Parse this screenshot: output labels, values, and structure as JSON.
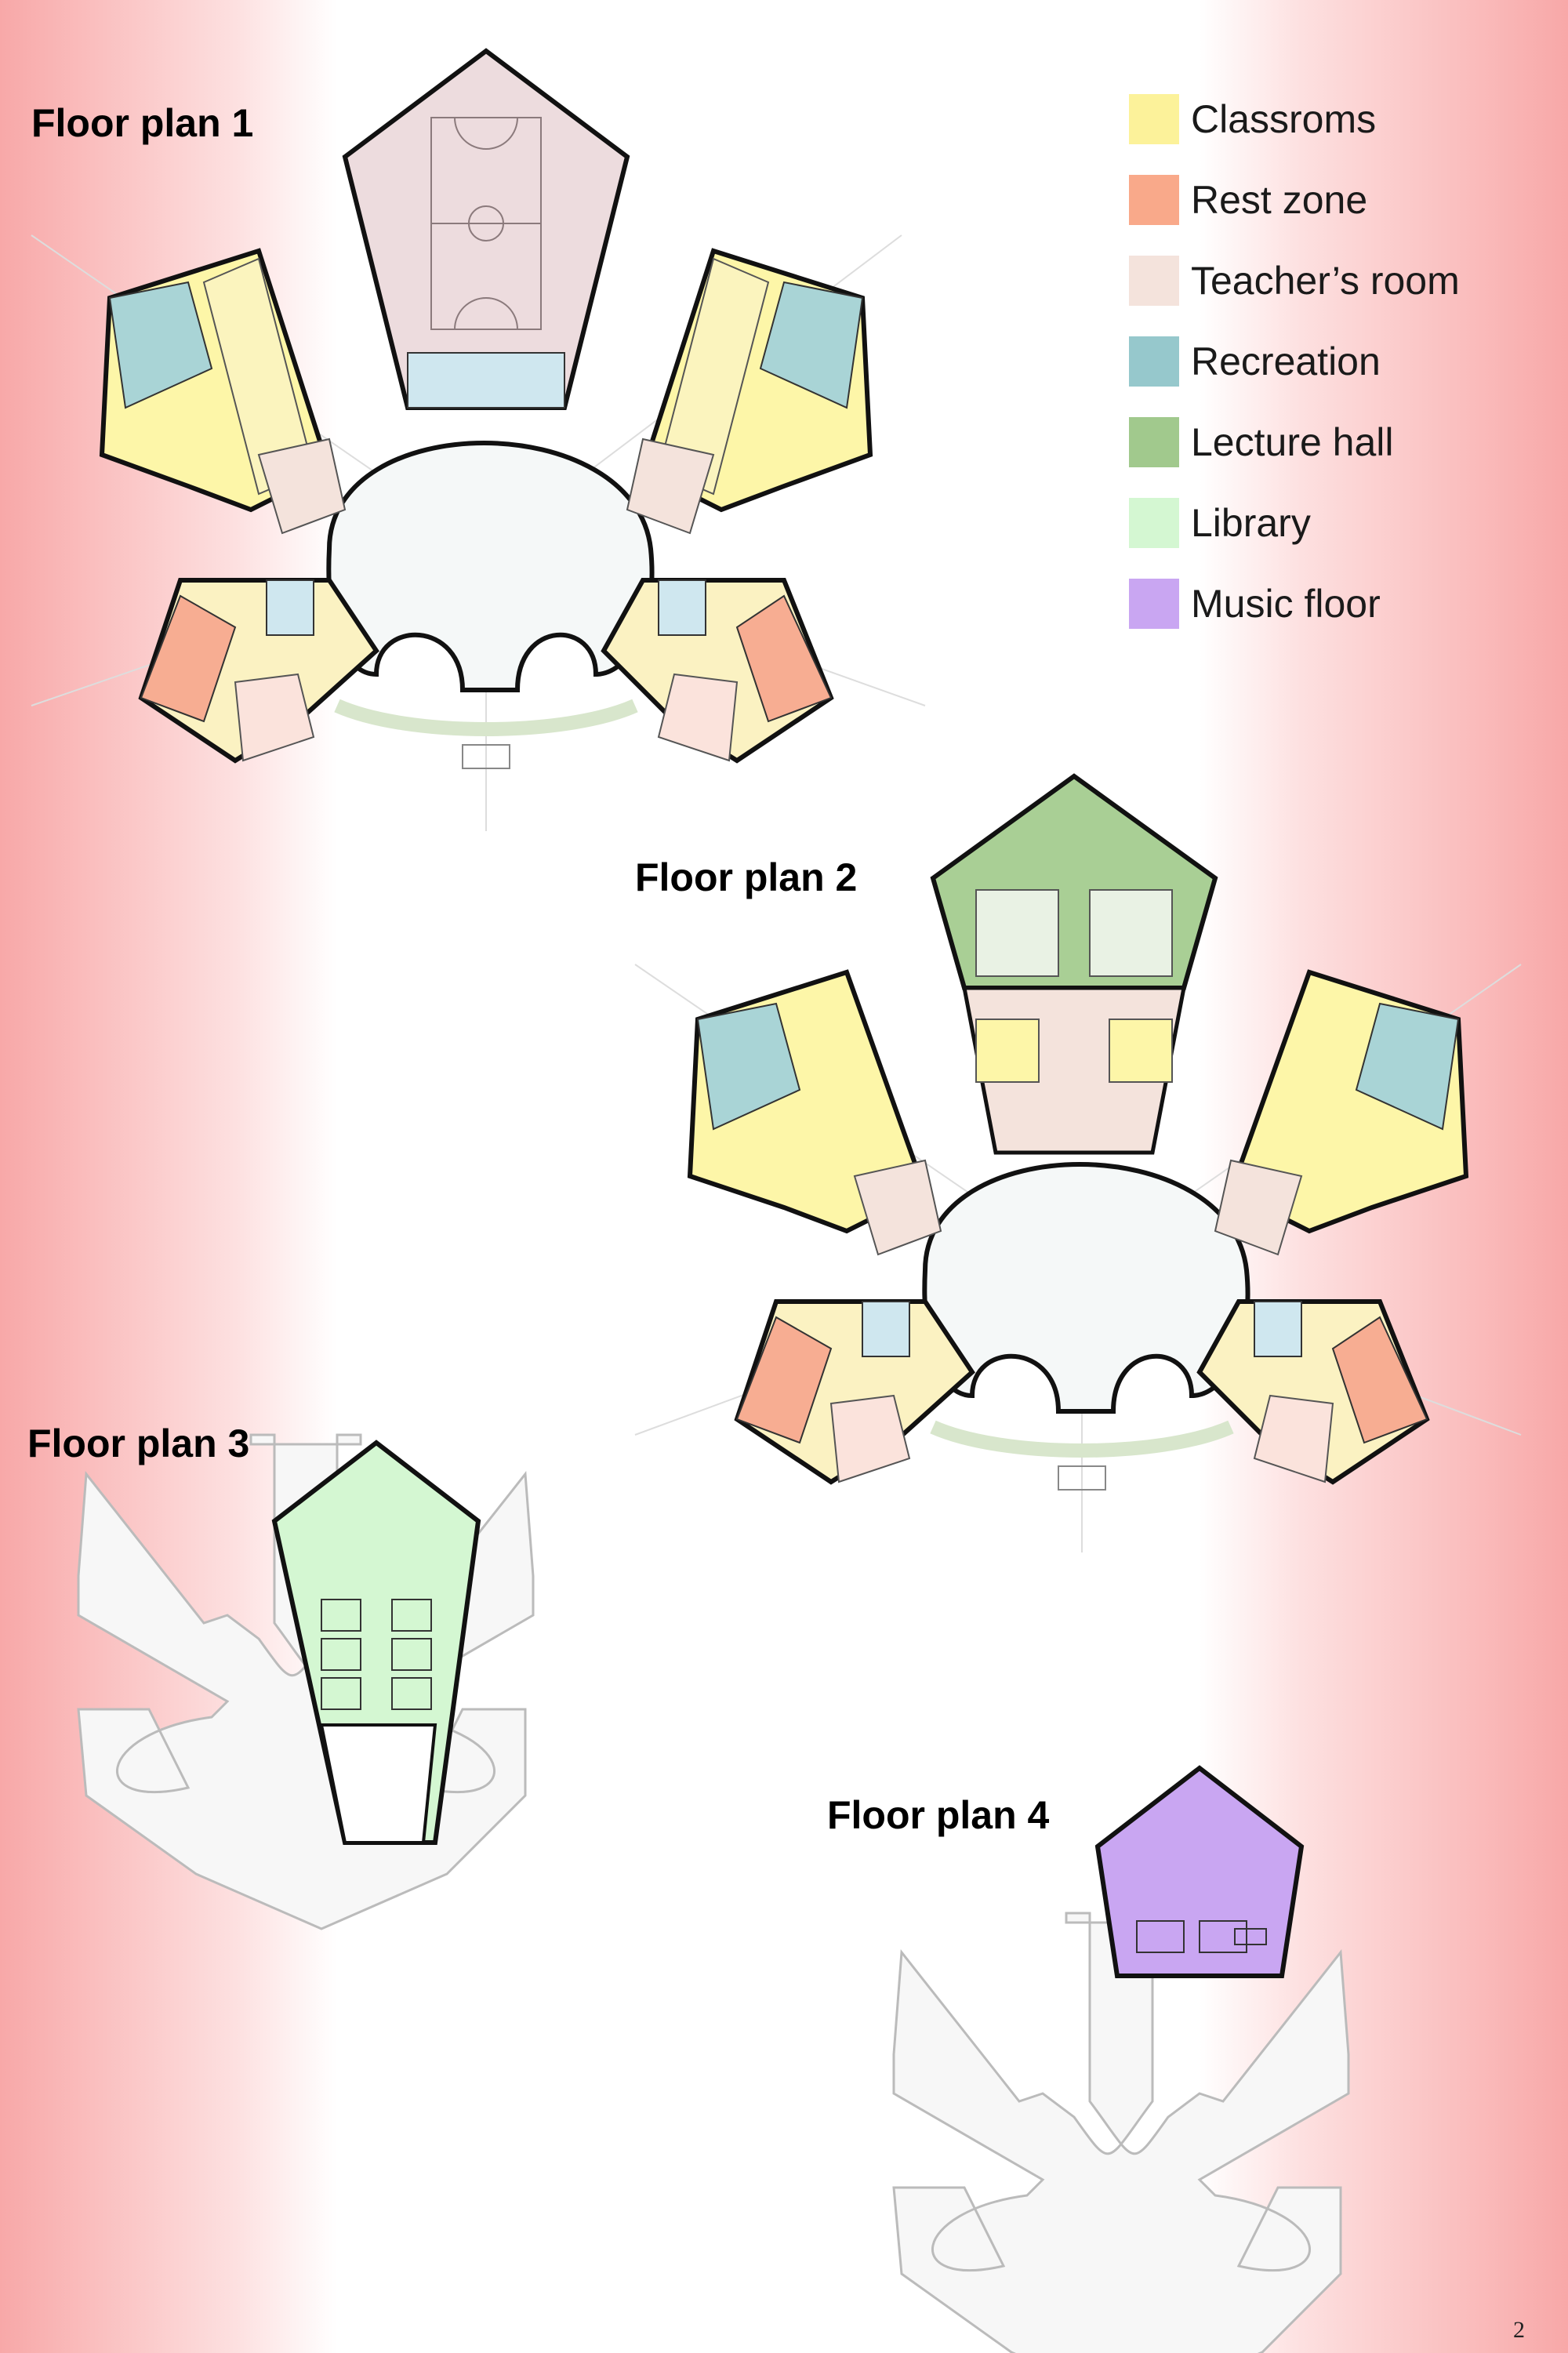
{
  "plans": [
    {
      "title": "Floor plan 1"
    },
    {
      "title": "Floor plan 2"
    },
    {
      "title": "Floor plan 3"
    },
    {
      "title": "Floor plan 4"
    }
  ],
  "legend": [
    {
      "label": "Classroms",
      "color": "#fcf29a"
    },
    {
      "label": "Rest zone",
      "color": "#f9a98a"
    },
    {
      "label": "Teacher’s room",
      "color": "#f4e3dc"
    },
    {
      "label": "Recreation",
      "color": "#96c8cc"
    },
    {
      "label": "Lecture hall",
      "color": "#a1c98d"
    },
    {
      "label": "Library",
      "color": "#d4f7d2"
    },
    {
      "label": "Music floor",
      "color": "#c9a6f2"
    }
  ],
  "page_number": "2"
}
